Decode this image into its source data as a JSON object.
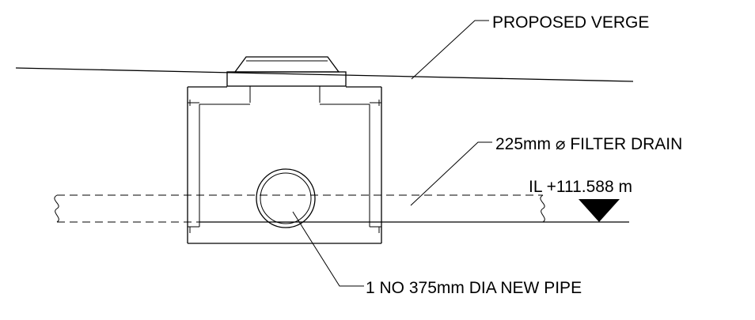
{
  "labels": {
    "verge": "PROPOSED VERGE",
    "filter_drain": "225mm ⌀ FILTER DRAIN",
    "invert_level": "IL +111.588 m",
    "new_pipe": "1 NO 375mm DIA NEW PIPE"
  }
}
